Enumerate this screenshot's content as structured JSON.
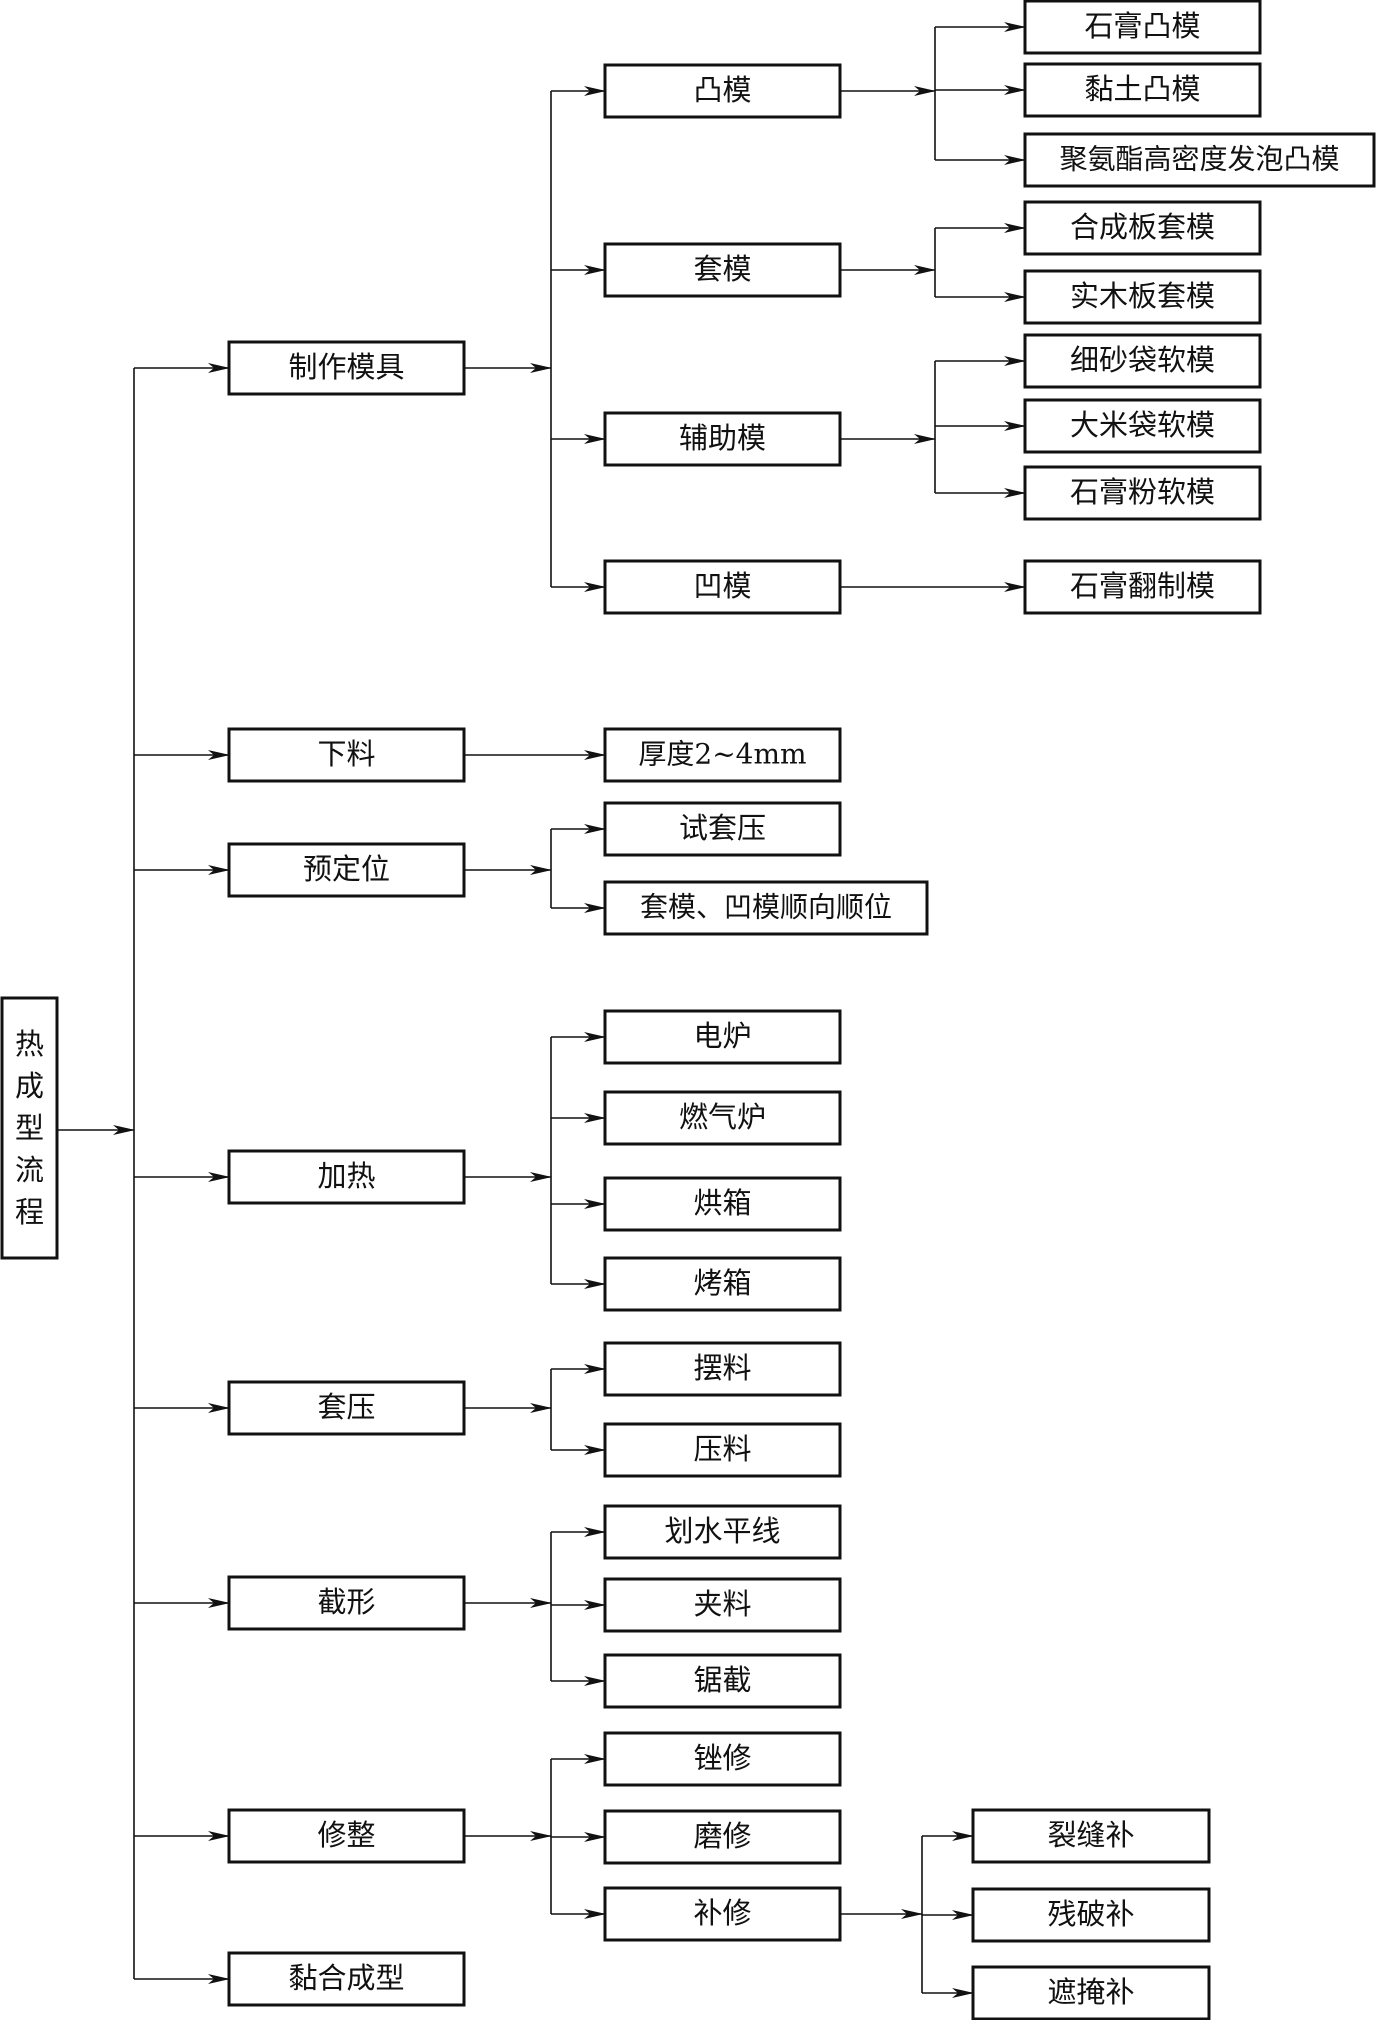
{
  "root": {
    "label": "热成型流程"
  },
  "steps": [
    {
      "label": "制作模具",
      "children": [
        {
          "label": "凸模",
          "children": [
            {
              "label": "石膏凸模"
            },
            {
              "label": "黏土凸模"
            },
            {
              "label": "聚氨酯高密度发泡凸模"
            }
          ]
        },
        {
          "label": "套模",
          "children": [
            {
              "label": "合成板套模"
            },
            {
              "label": "实木板套模"
            }
          ]
        },
        {
          "label": "辅助模",
          "children": [
            {
              "label": "细砂袋软模"
            },
            {
              "label": "大米袋软模"
            },
            {
              "label": "石膏粉软模"
            }
          ]
        },
        {
          "label": "凹模",
          "children": [
            {
              "label": "石膏翻制模"
            }
          ]
        }
      ]
    },
    {
      "label": "下料",
      "children": [
        {
          "label": "厚度2~4mm"
        }
      ]
    },
    {
      "label": "预定位",
      "children": [
        {
          "label": "试套压"
        },
        {
          "label": "套模、凹模顺向顺位"
        }
      ]
    },
    {
      "label": "加热",
      "children": [
        {
          "label": "电炉"
        },
        {
          "label": "燃气炉"
        },
        {
          "label": "烘箱"
        },
        {
          "label": "烤箱"
        }
      ]
    },
    {
      "label": "套压",
      "children": [
        {
          "label": "摆料"
        },
        {
          "label": "压料"
        }
      ]
    },
    {
      "label": "截形",
      "children": [
        {
          "label": "划水平线"
        },
        {
          "label": "夹料"
        },
        {
          "label": "锯截"
        }
      ]
    },
    {
      "label": "修整",
      "children": [
        {
          "label": "锉修"
        },
        {
          "label": "磨修"
        },
        {
          "label": "补修",
          "children": [
            {
              "label": "裂缝补"
            },
            {
              "label": "残破补"
            },
            {
              "label": "遮掩补"
            }
          ]
        }
      ]
    },
    {
      "label": "黏合成型"
    }
  ]
}
